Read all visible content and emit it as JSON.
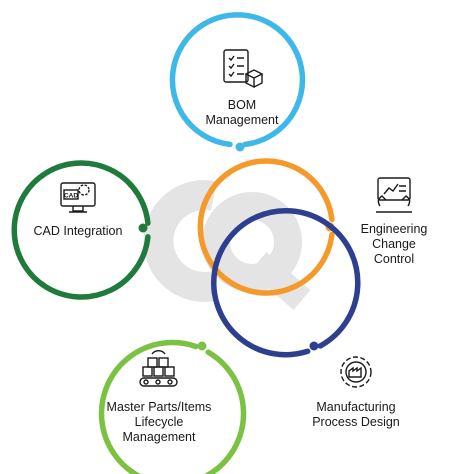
{
  "nodes": [
    {
      "id": "bom",
      "lines": [
        "BOM",
        "Management"
      ],
      "color": "#3db8e8",
      "icon": "checklist-box-icon"
    },
    {
      "id": "ecc",
      "lines": [
        "Engineering",
        "Change",
        "Control"
      ],
      "color": "#f39a2b",
      "icon": "monitor-hands-icon"
    },
    {
      "id": "mpd",
      "lines": [
        "Manufacturing",
        "Process Design"
      ],
      "color": "#2e3f8f",
      "icon": "factory-gear-icon"
    },
    {
      "id": "mpl",
      "lines": [
        "Master Parts/Items",
        "Lifecycle",
        "Management"
      ],
      "color": "#7cc242",
      "icon": "conveyor-boxes-icon"
    },
    {
      "id": "cad",
      "lines": [
        "CAD Integration"
      ],
      "color": "#1e7b3b",
      "icon": "cad-monitor-icon"
    }
  ],
  "center_logo": {
    "icon": "cq-logo-icon",
    "color": "#e6e6e6"
  }
}
